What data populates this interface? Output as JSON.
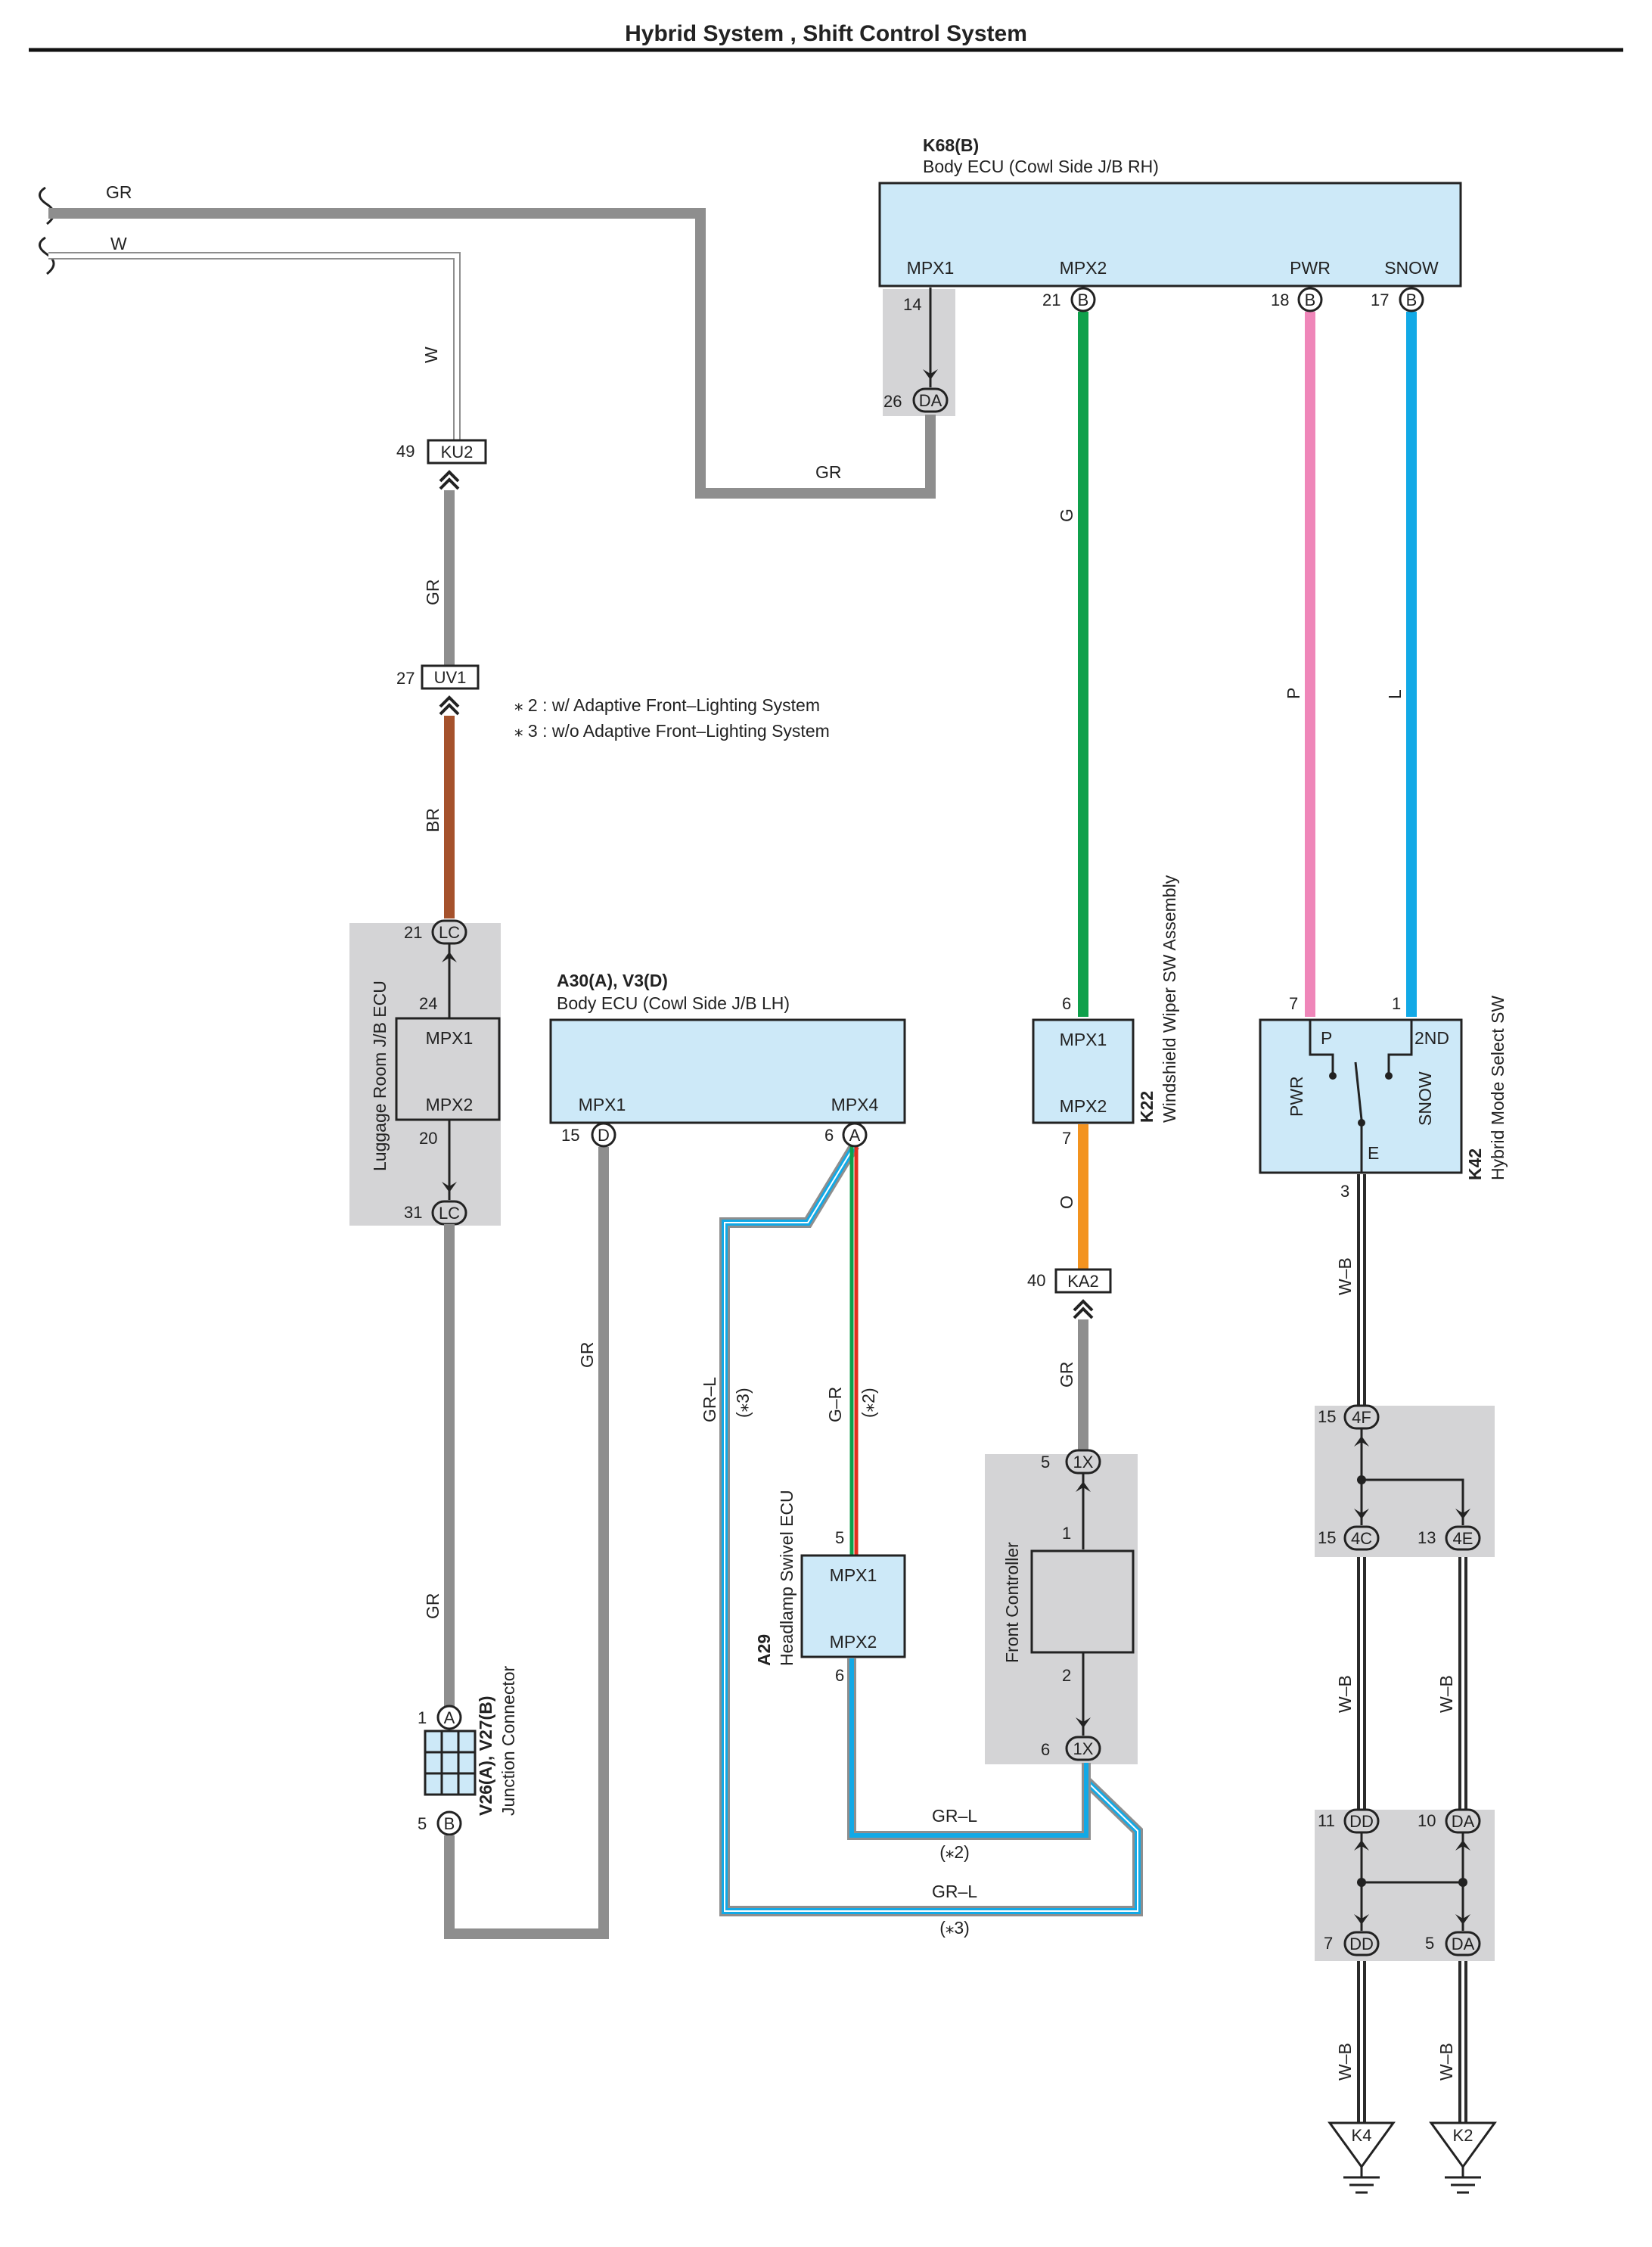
{
  "title": "Hybrid System , Shift Control System",
  "notes": {
    "n2": "⁎ 2 : w/ Adaptive Front–Lighting System",
    "n3": "⁎ 3 : w/o Adaptive Front–Lighting System"
  },
  "colors": {
    "GR": "#8e8e8e",
    "G": "#0fa04b",
    "P": "#ef86b9",
    "L": "#12a9e6",
    "BR": "#a5522c",
    "O": "#f3931f",
    "WB": "#2b2b2b",
    "module": "#cde9f8",
    "shade": "#d4d4d6"
  },
  "k68": {
    "id": "K68(B)",
    "name": "Body ECU (Cowl Side J/B RH)",
    "mpx1": "MPX1",
    "mpx2": "MPX2",
    "pwr": "PWR",
    "snow": "SNOW",
    "p14": "14",
    "p21": "21",
    "p18": "18",
    "p17": "17",
    "conn_b": "B",
    "p26": "26",
    "da": "DA"
  },
  "left": {
    "gr": "GR",
    "w": "W",
    "w_vert": "W",
    "gr_h": "GR"
  },
  "ku2": {
    "pin": "49",
    "code": "KU2",
    "wire": "GR"
  },
  "uv1": {
    "pin": "27",
    "code": "UV1",
    "wire": "BR"
  },
  "lr": {
    "name": "Luggage Room J/B ECU",
    "mpx1": "MPX1",
    "mpx2": "MPX2",
    "p21": "21",
    "p24": "24",
    "p20": "20",
    "p31": "31",
    "lc": "LC"
  },
  "a30": {
    "id": "A30(A), V3(D)",
    "name": "Body ECU (Cowl Side J/B LH)",
    "mpx1": "MPX1",
    "mpx4": "MPX4",
    "p15": "15",
    "d": "D",
    "p6": "6",
    "a": "A"
  },
  "wires_a30": {
    "gr": "GR",
    "grl": "GR–L",
    "n3": "(⁎3)",
    "gr_r": "G–R",
    "n2": "(⁎2)"
  },
  "jc": {
    "id": "V26(A), V27(B)",
    "name": "Junction Connector",
    "p1": "1",
    "a": "A",
    "p5": "5",
    "b": "B",
    "wire": "GR"
  },
  "k22": {
    "id": "K22",
    "name": "Windshield Wiper SW Assembly",
    "mpx1": "MPX1",
    "mpx2": "MPX2",
    "p6": "6",
    "p7": "7",
    "wire_g": "G",
    "wire_o": "O"
  },
  "ka2": {
    "pin": "40",
    "code": "KA2",
    "wire": "GR"
  },
  "a29": {
    "id": "A29",
    "name": "Headlamp Swivel ECU",
    "mpx1": "MPX1",
    "mpx2": "MPX2",
    "p5": "5",
    "p6": "6"
  },
  "fc": {
    "name": "Front Controller",
    "p5": "5",
    "x1": "1X",
    "p1": "1",
    "p2": "2",
    "p6": "6"
  },
  "bottom": {
    "grl1": "GR–L",
    "n2": "(⁎2)",
    "grl2": "GR–L",
    "n3": "(⁎3)"
  },
  "k42": {
    "id": "K42",
    "name": "Hybrid Mode Select SW",
    "p": "P",
    "second": "2ND",
    "pwr": "PWR",
    "snow": "SNOW",
    "e": "E",
    "p7": "7",
    "p1": "1",
    "p3": "3",
    "wire_p": "P",
    "wire_l": "L"
  },
  "ground": {
    "wb1": "W–B",
    "p15a": "15",
    "c4f": "4F",
    "p15b": "15",
    "c4c": "4C",
    "p13": "13",
    "c4e": "4E",
    "wb2": "W–B",
    "wb3": "W–B",
    "p11": "11",
    "dd1": "DD",
    "p10": "10",
    "da1": "DA",
    "p7": "7",
    "dd2": "DD",
    "p5": "5",
    "da2": "DA",
    "wb4": "W–B",
    "wb5": "W–B",
    "k4": "K4",
    "k2": "K2"
  }
}
